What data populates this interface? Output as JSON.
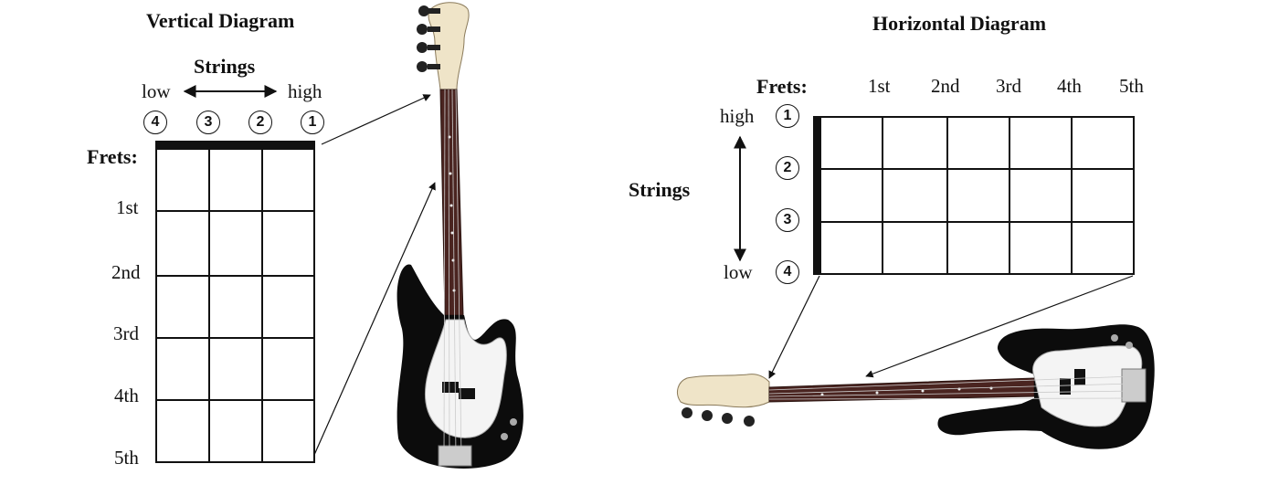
{
  "vertical": {
    "title": "Vertical Diagram",
    "strings_label": "Strings",
    "low_label": "low",
    "high_label": "high",
    "string_numbers": [
      "4",
      "3",
      "2",
      "1"
    ],
    "frets_label": "Frets:",
    "fret_labels": [
      "1st",
      "2nd",
      "3rd",
      "4th",
      "5th"
    ]
  },
  "horizontal": {
    "title": "Horizontal Diagram",
    "frets_label": "Frets:",
    "fret_labels": [
      "1st",
      "2nd",
      "3rd",
      "4th",
      "5th"
    ],
    "strings_label": "Strings",
    "high_label": "high",
    "low_label": "low",
    "string_numbers": [
      "1",
      "2",
      "3",
      "4"
    ]
  },
  "colors": {
    "ink": "#111111",
    "body": "#0c0c0c",
    "pickguard": "#f4f4f4",
    "neck": "#4a2420",
    "headstock": "#efe4c8"
  }
}
